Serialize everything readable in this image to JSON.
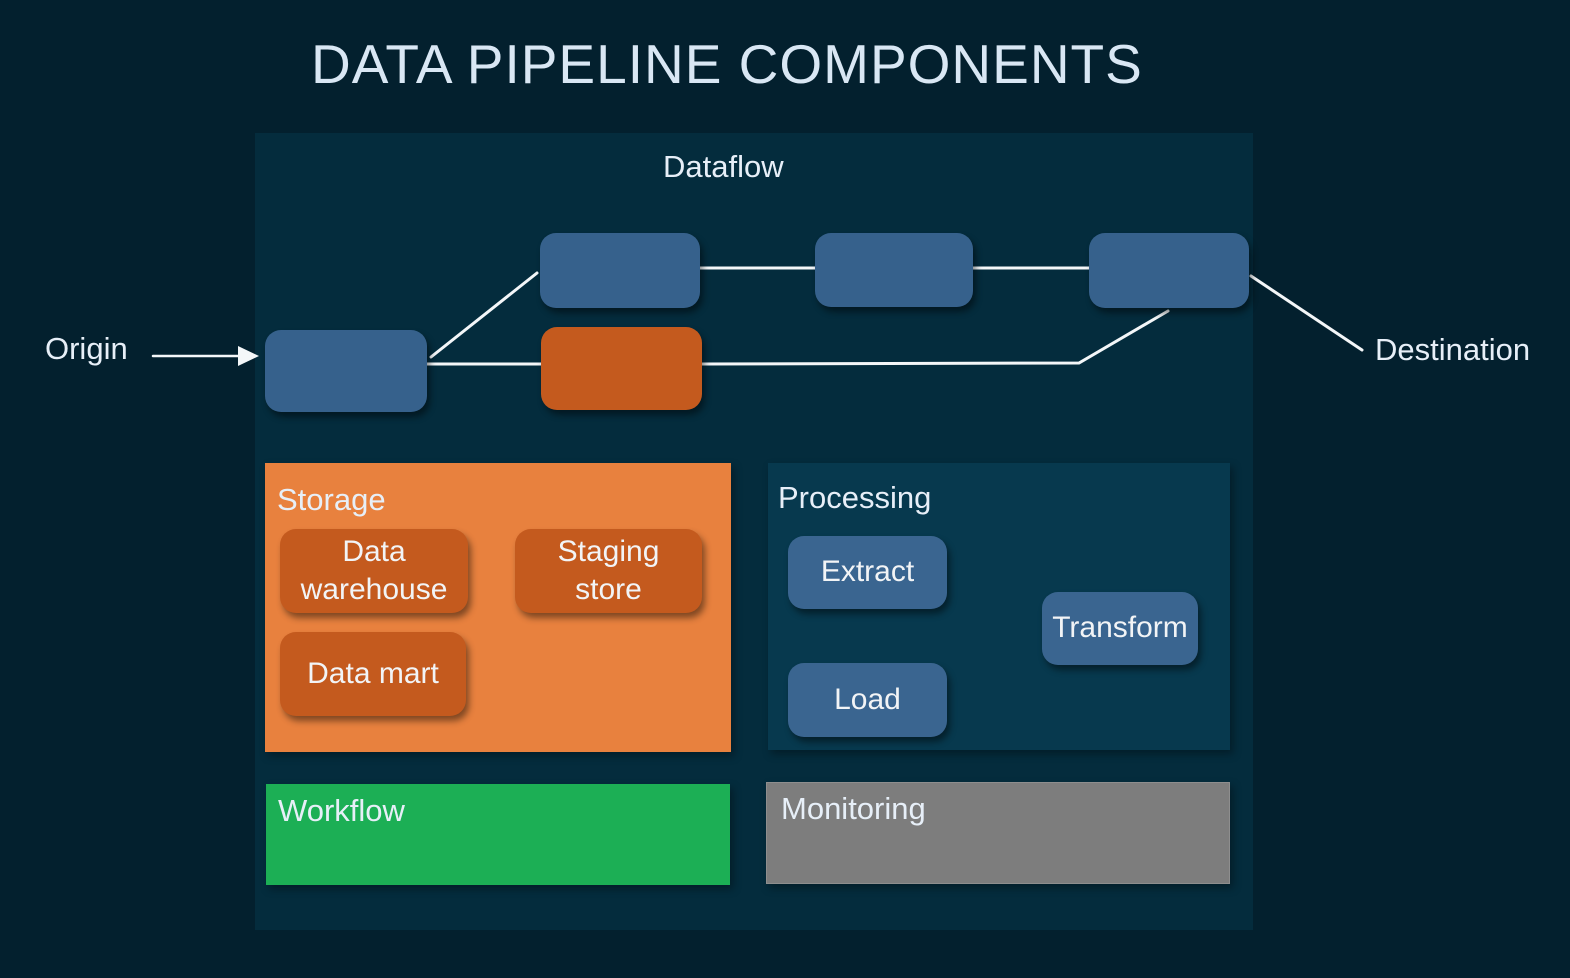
{
  "title": "DATA PIPELINE COMPONENTS",
  "dataflow": {
    "label": "Dataflow",
    "origin_label": "Origin",
    "destination_label": "Destination"
  },
  "storage": {
    "label": "Storage",
    "items": [
      "Data warehouse",
      "Staging store",
      "Data mart"
    ]
  },
  "processing": {
    "label": "Processing",
    "items": [
      "Extract",
      "Load",
      "Transform"
    ]
  },
  "workflow": {
    "label": "Workflow"
  },
  "monitoring": {
    "label": "Monitoring"
  },
  "colors": {
    "background": "#03202E",
    "dataflow_panel": "#042C3D",
    "processing_panel": "#07394E",
    "storage_panel": "#E8813E",
    "workflow_green": "#1CAF55",
    "monitoring_gray": "#7D7D7D",
    "node_blue": "#36618C",
    "node_blue_light": "#3A6590",
    "node_orange": "#C45A1E",
    "connector": "#F4F7F9",
    "text_light": "#E7EFF8"
  }
}
